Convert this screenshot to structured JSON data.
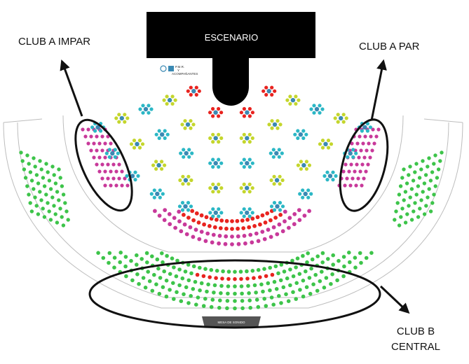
{
  "stage": {
    "label": "ESCENARIO"
  },
  "mixing_desk": {
    "label": "MESA DE SONIDO"
  },
  "accessibility": {
    "label_line1": "P.M.R.",
    "label_line2": "Y",
    "label_line3": "ACOMPAÑANTES"
  },
  "zones": {
    "club_a_impar": {
      "label": "CLUB A IMPAR"
    },
    "club_a_par": {
      "label": "CLUB A PAR"
    },
    "club_b_central": {
      "label_line1": "CLUB B",
      "label_line2": "CENTRAL"
    }
  },
  "colors": {
    "table_seat_cyan": "#2bb7c5",
    "table_seat_yellow": "#c4d62c",
    "table_seat_red": "#e8231f",
    "pink_seat": "#c8399a",
    "green_seat": "#3dc44a",
    "outline": "#111111",
    "table": "#3a89b3"
  }
}
